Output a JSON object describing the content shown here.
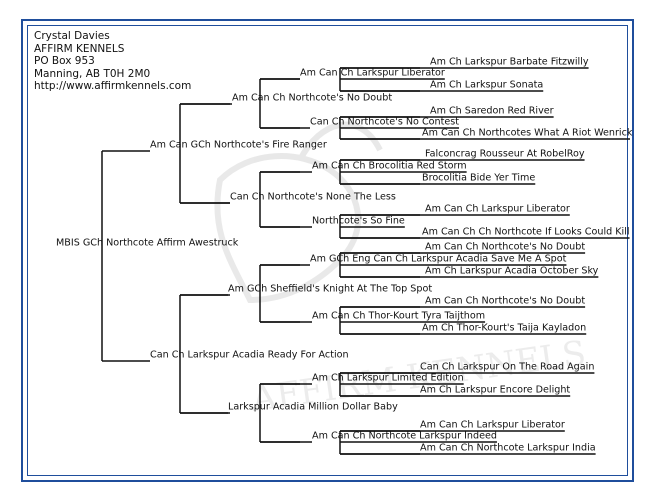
{
  "contact": {
    "name": "Crystal Davies",
    "kennel": "AFFIRM KENNELS",
    "address1": "PO Box 953",
    "address2": "Manning, AB T0H 2M0",
    "website": "http://www.affirmkennels.com"
  },
  "watermark": {
    "text": "AFFIRM KENNELS"
  },
  "colors": {
    "frame": "#1f4e9c",
    "lines": "#111111"
  },
  "pedigree": {
    "subject": "MBIS GCh Northcote Affirm Awestruck",
    "gen1": [
      "Am Can GCh Northcote's Fire Ranger",
      "Can Ch Larkspur Acadia Ready For Action"
    ],
    "gen2": [
      "Am Can Ch Northcote's No  Doubt",
      "Can Ch Northcote's None The Less",
      "Am GCh Sheffield's Knight At The Top Spot",
      "Larkspur Acadia Million Dollar Baby"
    ],
    "gen3": [
      "Am Can Ch Larkspur Liberator",
      "Can Ch Northcote's No Contest",
      "Am Can Ch Brocolitia Red Storm",
      "Northcote's So Fine",
      "Am GCh Eng Can Ch Larkspur Acadia Save Me A Spot",
      "Am Can Ch Thor-Kourt Tyra Taijthom",
      "Am Ch Larkspur Limited Edition",
      "Am Can Ch Northcote Larkspur Indeed"
    ],
    "gen4": [
      "Am Ch Larkspur Barbate Fitzwilly",
      "Am Ch Larkspur Sonata",
      "Am Ch Saredon Red River",
      "Am Can Ch Northcotes What A Riot Wenrick",
      "Falconcrag Rousseur At RobelRoy",
      "Brocolitia Bide Yer Time",
      "Am Can Ch Larkspur Liberator",
      "Am Can Ch Ch Northcote If Looks Could Kill",
      "Am Can Ch Northcote's No  Doubt",
      "Am Ch Larkspur Acadia October Sky",
      "Am Can Ch Northcote's No  Doubt",
      "Am Ch Thor-Kourt's Taija Kayladon",
      "Can Ch Larkspur On The Road Again",
      "Am Ch Larkspur Encore Delight",
      "Am Can Ch Larkspur Liberator",
      "Am Can Ch Northcote Larkspur India"
    ]
  }
}
